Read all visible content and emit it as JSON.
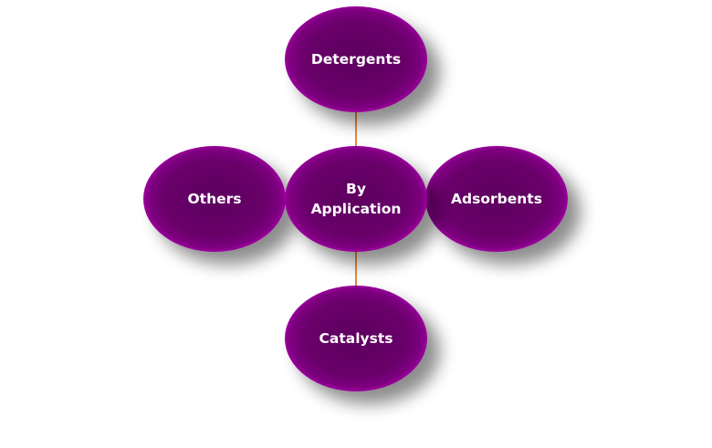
{
  "diagram": {
    "type": "hub-and-spoke",
    "center": {
      "id": "center",
      "lines": [
        "By",
        "Application"
      ]
    },
    "spokes": [
      {
        "id": "detergents",
        "lines": [
          "Detergents"
        ],
        "position": "top"
      },
      {
        "id": "others",
        "lines": [
          "Others"
        ],
        "position": "left"
      },
      {
        "id": "adsorbents",
        "lines": [
          "Adsorbents"
        ],
        "position": "right"
      },
      {
        "id": "catalysts",
        "lines": [
          "Catalysts"
        ],
        "position": "bottom"
      }
    ],
    "colors": {
      "node_dark": "#5e0060",
      "node_mid": "#6e006f",
      "node_edge": "#9a009c",
      "connector": "#e8883a",
      "text": "#ffffff",
      "background": "#ffffff"
    }
  }
}
